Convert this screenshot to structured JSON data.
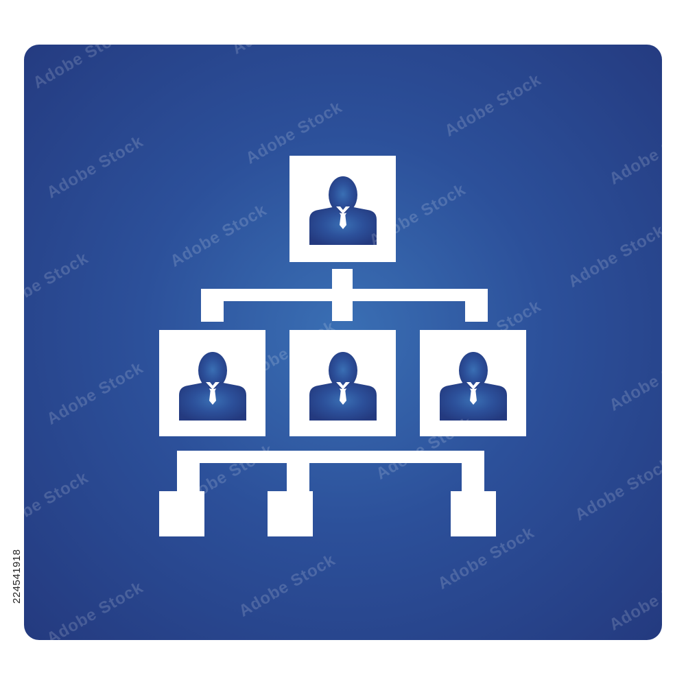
{
  "icon": {
    "name": "org-chart-icon",
    "colors": {
      "background_center": "#3a6fb4",
      "background_edge": "#243a7f",
      "foreground": "#ffffff",
      "page": "#ffffff"
    },
    "nodes": [
      {
        "name": "top-person-card",
        "icon": "person-icon"
      },
      {
        "name": "left-person-card",
        "icon": "person-icon"
      },
      {
        "name": "center-person-card",
        "icon": "person-icon"
      },
      {
        "name": "right-person-card",
        "icon": "person-icon"
      },
      {
        "name": "leaf-box-left",
        "icon": "square"
      },
      {
        "name": "leaf-box-center",
        "icon": "square"
      },
      {
        "name": "leaf-box-right",
        "icon": "square"
      }
    ]
  },
  "watermark": {
    "text": "Adobe Stock"
  },
  "stock_id": "224541918"
}
